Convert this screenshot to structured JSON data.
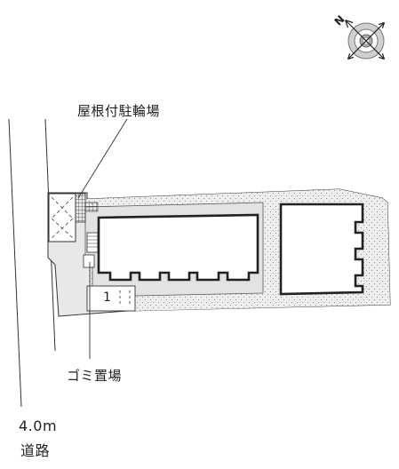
{
  "labels": {
    "bicycle_roof": "屋根付駐輪場",
    "garbage": "ゴミ置場",
    "road_width": "4.0m",
    "road_name": "道路",
    "parking_number": "1"
  },
  "compass": {
    "north_letter": "N"
  },
  "colors": {
    "line": "#222222",
    "site_fill": "#e9e9e9",
    "road_fill": "#f4f4f4",
    "background": "#ffffff",
    "building_fill": "#ffffff"
  }
}
